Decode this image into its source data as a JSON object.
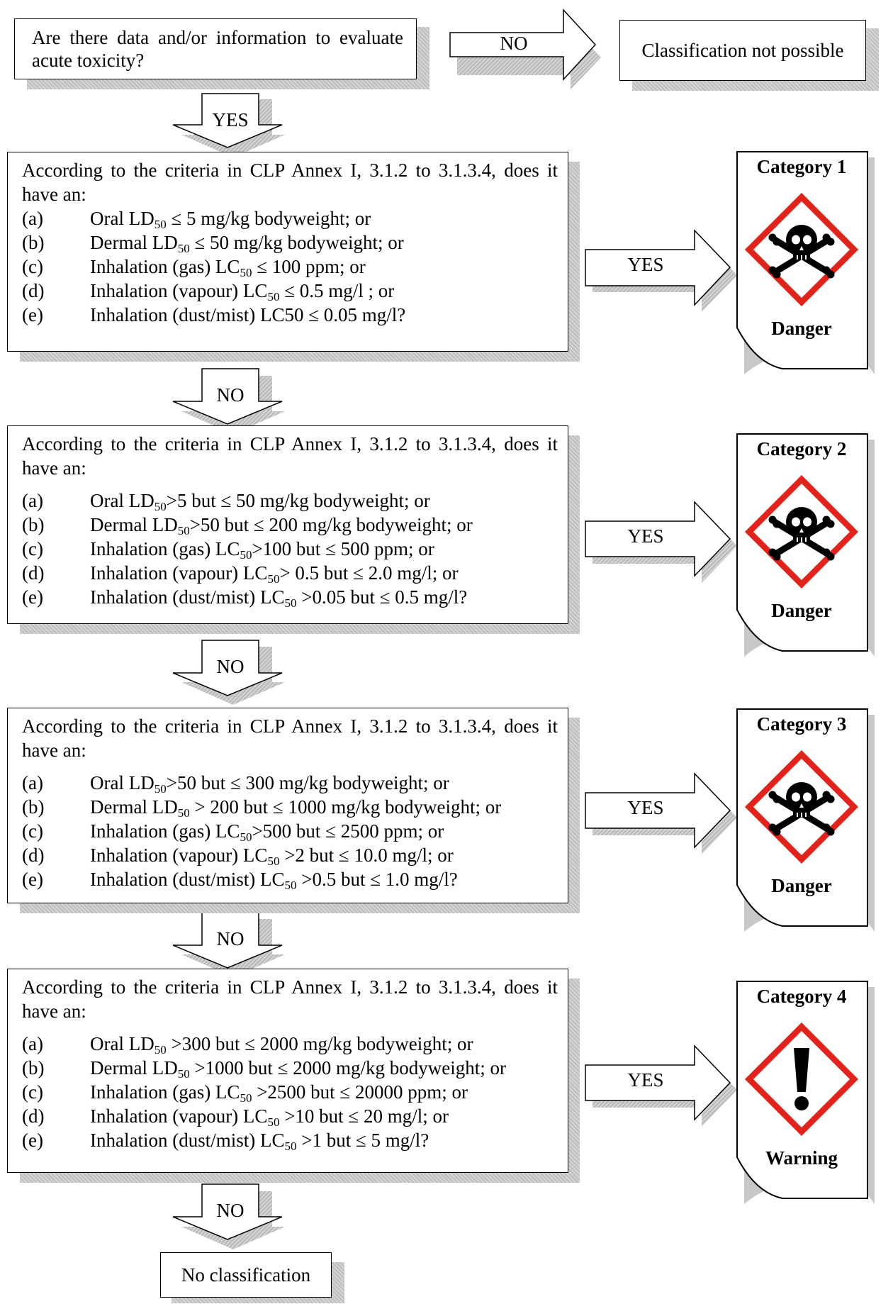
{
  "start": {
    "question": "Are there data and/or information to evaluate acute toxicity?"
  },
  "no_path": {
    "arrow_label": "NO",
    "result": "Classification not possible"
  },
  "yes_label": "YES",
  "no_label": "NO",
  "end": {
    "result": "No classification"
  },
  "steps": [
    {
      "intro": "According to the criteria in CLP Annex I, 3.1.2 to 3.1.3.4, does it have an:",
      "items": [
        {
          "label": "(a)",
          "pre": "Oral LD",
          "sub": "50",
          "post": " ≤ 5 mg/kg bodyweight; or"
        },
        {
          "label": "(b)",
          "pre": "Dermal LD",
          "sub": "50",
          "post": " ≤ 50 mg/kg bodyweight; or"
        },
        {
          "label": "(c)",
          "pre": "Inhalation (gas) LC",
          "sub": "50",
          "post": " ≤ 100 ppm; or"
        },
        {
          "label": "(d)",
          "pre": "Inhalation (vapour) LC",
          "sub": "50",
          "post": " ≤ 0.5 mg/l ; or"
        },
        {
          "label": "(e)",
          "pre": " Inhalation (dust/mist) LC50 ≤ 0.05 mg/l?",
          "sub": "",
          "post": ""
        }
      ],
      "category": {
        "title": "Category 1",
        "signal": "Danger",
        "pictogram": "skull-and-crossbones-icon"
      }
    },
    {
      "intro": "According to the criteria in CLP Annex I, 3.1.2 to 3.1.3.4, does it have an:",
      "items": [
        {
          "label": "(a)",
          "pre": "Oral LD",
          "sub": "50",
          "post": ">5 but ≤ 50 mg/kg bodyweight; or"
        },
        {
          "label": "(b)",
          "pre": "Dermal LD",
          "sub": "50",
          "post": ">50 but ≤ 200 mg/kg bodyweight; or"
        },
        {
          "label": "(c)",
          "pre": "Inhalation (gas) LC",
          "sub": "50",
          "post": ">100 but ≤ 500 ppm; or"
        },
        {
          "label": "(d)",
          "pre": "Inhalation (vapour) LC",
          "sub": "50",
          "post": "> 0.5 but ≤ 2.0 mg/l; or"
        },
        {
          "label": "(e)",
          "pre": "Inhalation (dust/mist) LC",
          "sub": "50",
          "post": " >0.05 but ≤ 0.5 mg/l?"
        }
      ],
      "category": {
        "title": "Category 2",
        "signal": "Danger",
        "pictogram": "skull-and-crossbones-icon"
      }
    },
    {
      "intro": "According to the criteria in CLP Annex I, 3.1.2 to 3.1.3.4, does it have an:",
      "items": [
        {
          "label": "(a)",
          "pre": "Oral LD",
          "sub": "50",
          "post": ">50 but ≤ 300 mg/kg bodyweight; or"
        },
        {
          "label": "(b)",
          "pre": "Dermal LD",
          "sub": "50",
          "post": " > 200 but ≤ 1000 mg/kg bodyweight; or"
        },
        {
          "label": "(c)",
          "pre": "Inhalation (gas) LC",
          "sub": "50",
          "post": ">500 but ≤ 2500 ppm; or"
        },
        {
          "label": "(d)",
          "pre": "Inhalation (vapour) LC",
          "sub": "50",
          "post": " >2 but ≤ 10.0 mg/l; or"
        },
        {
          "label": "(e)",
          "pre": "Inhalation (dust/mist) LC",
          "sub": "50",
          "post": " >0.5 but ≤ 1.0 mg/l?"
        }
      ],
      "category": {
        "title": "Category 3",
        "signal": "Danger",
        "pictogram": "skull-and-crossbones-icon"
      }
    },
    {
      "intro": "According to the criteria in CLP Annex I, 3.1.2 to 3.1.3.4, does it have an:",
      "items": [
        {
          "label": "(a)",
          "pre": "Oral LD",
          "sub": "50",
          "post": " >300 but ≤ 2000 mg/kg bodyweight; or"
        },
        {
          "label": "(b)",
          "pre": "Dermal LD",
          "sub": "50",
          "post": " >1000 but ≤ 2000 mg/kg bodyweight; or"
        },
        {
          "label": "(c)",
          "pre": "Inhalation (gas) LC",
          "sub": "50",
          "post": " >2500 but ≤ 20000 ppm; or"
        },
        {
          "label": "(d)",
          "pre": "Inhalation (vapour) LC",
          "sub": "50",
          "post": " >10 but ≤ 20 mg/l; or"
        },
        {
          "label": "(e)",
          "pre": "Inhalation (dust/mist) LC",
          "sub": "50",
          "post": " >1 but ≤ 5 mg/l?"
        }
      ],
      "category": {
        "title": "Category 4",
        "signal": "Warning",
        "pictogram": "exclamation-mark-icon"
      }
    }
  ],
  "colors": {
    "pictogram_border": "#e2231a",
    "shadow": "#c8c8c8"
  }
}
